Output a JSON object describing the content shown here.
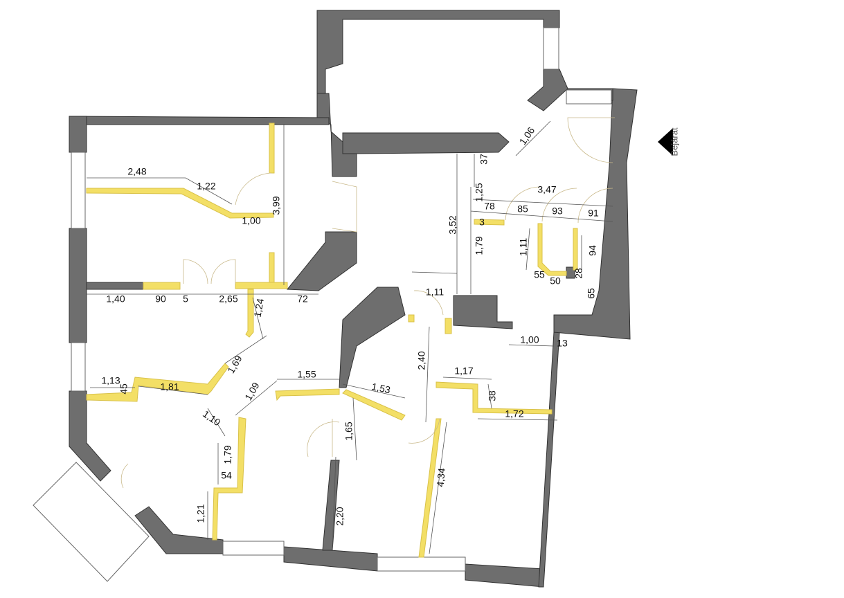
{
  "plan": {
    "entrance_label": "Bejárat",
    "colors": {
      "wall": "#6e6e6e",
      "new_wall": "#f3df66"
    },
    "dimensions": [
      "2,48",
      "1,22",
      "1,00",
      "3,99",
      "1,40",
      "90",
      "5",
      "2,65",
      "72",
      "1,24",
      "1,69",
      "1,13",
      "45",
      "1,81",
      "1,10",
      "1,09",
      "1,55",
      "1,79",
      "54",
      "1,21",
      "1,65",
      "2,20",
      "1,53",
      "2,40",
      "1,17",
      "38",
      "1,72",
      "4,34",
      "1,11",
      "1,00",
      "13",
      "3,52",
      "1,79",
      "37",
      "1,25",
      "3,47",
      "78",
      "85",
      "93",
      "91",
      "3",
      "1,11",
      "94",
      "55",
      "50",
      "28",
      "65",
      "1,06"
    ]
  }
}
